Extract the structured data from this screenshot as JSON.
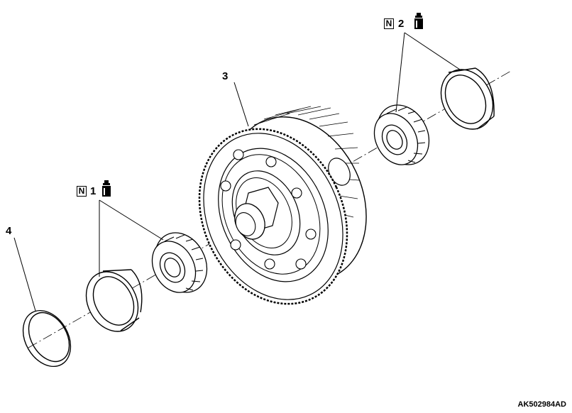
{
  "diagram": {
    "callouts": {
      "item1": {
        "badge": "N",
        "number": "1",
        "icon": "lubricant-icon"
      },
      "item2": {
        "badge": "N",
        "number": "2",
        "icon": "lubricant-icon"
      },
      "item3": {
        "number": "3"
      },
      "item4": {
        "number": "4"
      }
    },
    "figure_code": "AK502984AD"
  }
}
